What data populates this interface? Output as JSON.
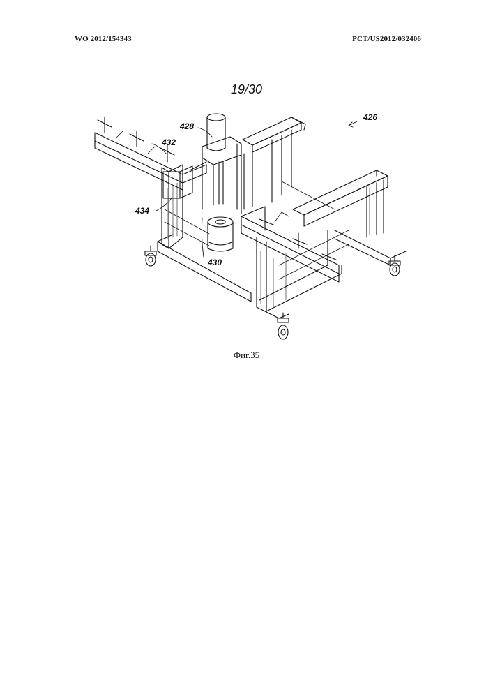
{
  "header": {
    "publication_number": "WO 2012/154343",
    "application_number": "PCT/US2012/032406"
  },
  "sheet_number": "19/30",
  "figure": {
    "caption": "Фиг.35",
    "reference_labels": {
      "r426": "426",
      "r428": "428",
      "r432": "432",
      "r434": "434",
      "r430": "430"
    }
  }
}
